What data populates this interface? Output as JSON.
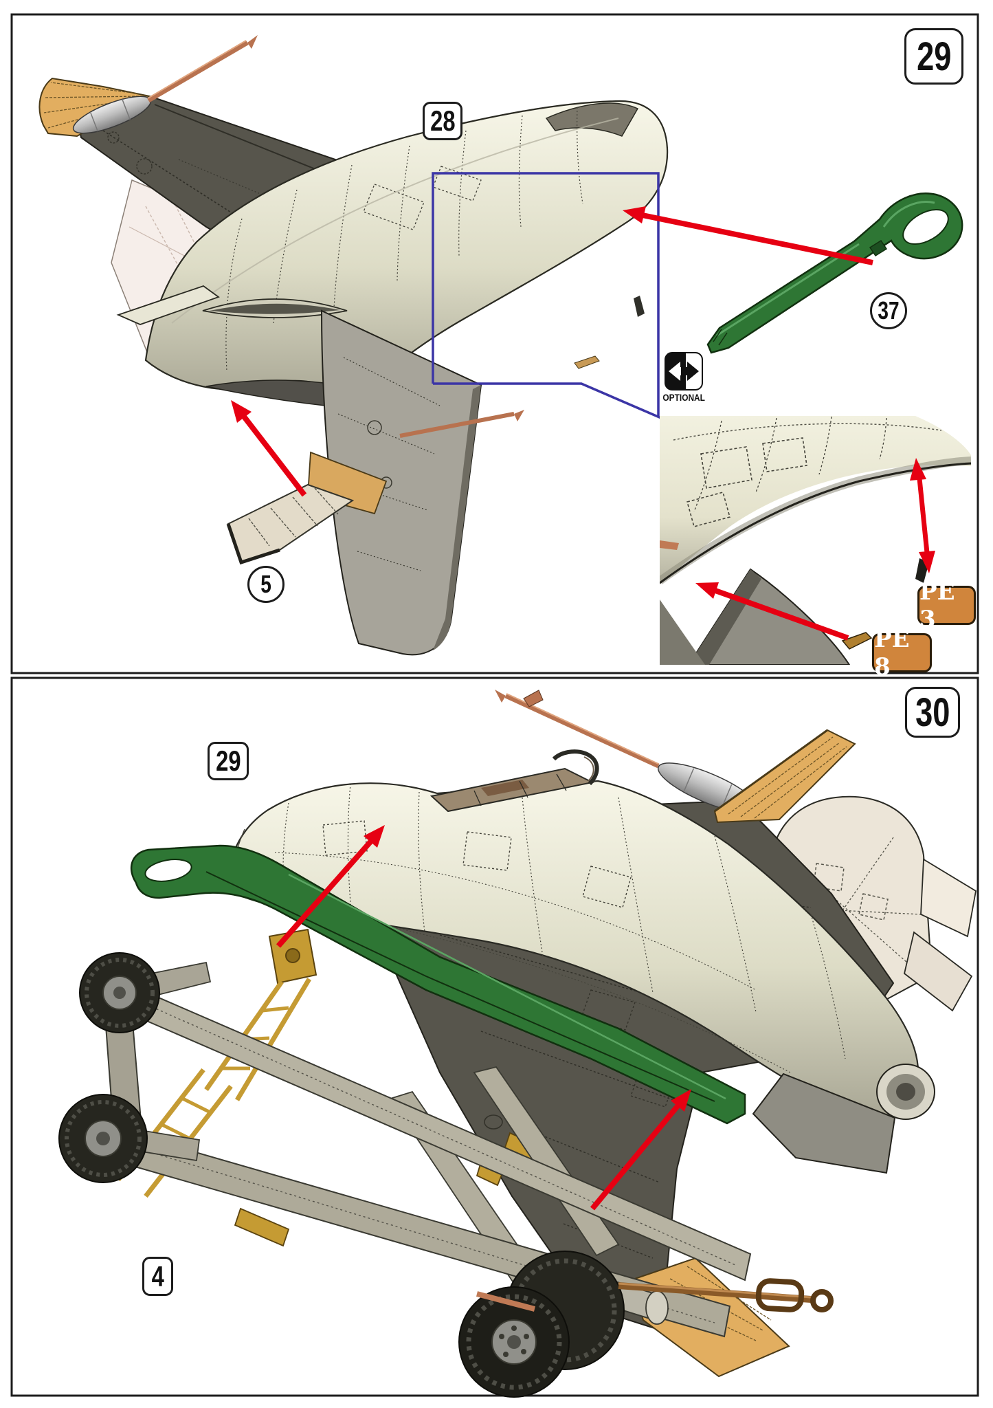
{
  "step29": {
    "badge": "29",
    "ref_callout": "28",
    "part_callouts": {
      "panel": "5",
      "pylon": "37"
    },
    "optional_label": "OPTIONAL",
    "pe_tags": [
      {
        "text": "PE 3"
      },
      {
        "text": "PE 8"
      }
    ]
  },
  "step30": {
    "badge": "30",
    "ref_callout": "29",
    "part_callouts": {
      "trailer": "4"
    }
  },
  "colors": {
    "arrow_red": "#e60012",
    "detail_frame_blue": "#3b35a6",
    "pe_tag_bg": "#d0853c",
    "pe_tag_text": "#ffffff",
    "part_green": "#2e7634",
    "wingtip_tan": "#e2ae60",
    "pitot_copper": "#b8724f",
    "fuselage_cream": "#ecead8",
    "wing_dark_grey": "#57554c",
    "trailer_grey": "#b7b3a2",
    "ladder_gold": "#c59b33",
    "tail_beige": "#ece5d8",
    "metal_silver": "#c3c3c3",
    "frame_black": "#1c1c1c"
  }
}
